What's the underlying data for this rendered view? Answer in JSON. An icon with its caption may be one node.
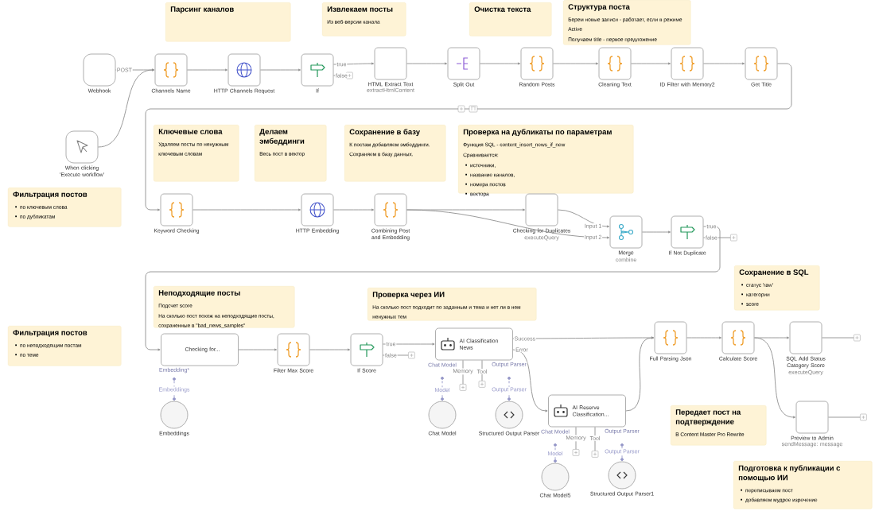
{
  "diagram": {
    "nodes": [
      {
        "text": [
          "Парсинг каналов"
        ]
      },
      {
        "text": [
          "Извлекаем посты",
          "Из веб-версии канала"
        ]
      },
      {
        "text": [
          "Очистка текста"
        ]
      },
      {
        "text": [
          "Структура поста",
          "Берем новые записи - работает, если в режиме Active",
          "Получаем title - первое предложение"
        ]
      },
      {
        "text": [
          "Webhook"
        ]
      },
      {
        "text": [
          "Channels Name"
        ]
      },
      {
        "text": [
          "HTTP Channels Request"
        ]
      },
      {
        "text": [
          "If"
        ]
      },
      {
        "text": [
          "HTML Extract Text"
        ],
        "beside": [
          "extractHtmlContent"
        ]
      },
      {
        "text": [
          "Split Out"
        ]
      },
      {
        "text": [
          "Random Posts"
        ]
      },
      {
        "text": [
          "Cleaning Text"
        ]
      },
      {
        "text": [
          "ID Filter with Memory2"
        ]
      },
      {
        "text": [
          "Get Title"
        ]
      },
      {
        "text": [
          "Ключевые слова",
          "Удаляем посты по ненужным ключевым словам"
        ]
      },
      {
        "text": [
          "Делаем эмбеддинги",
          "Весь пост в вектор"
        ]
      },
      {
        "text": [
          "Сохранение в базу",
          "К постам добавляем эмбеддинги. Сохраняем в базу данных."
        ]
      },
      {
        "text": [
          "Проверка на дубликаты по параметрам",
          "Функция SQL - content_insert_news_if_new",
          "Сравнивается:",
          "источники,",
          "название каналов,",
          "номера постов",
          "вектора"
        ]
      },
      {
        "text": [
          "When clicking 'Execute workflow'"
        ]
      },
      {
        "text": [
          "Фильтрация постов",
          "по ключевым слова",
          "по дубликатам"
        ]
      },
      {
        "text": [
          "Keyword Checking"
        ]
      },
      {
        "text": [
          "HTTP Embedding"
        ]
      },
      {
        "text": [
          "Combining Post and Embedding"
        ]
      },
      {
        "text": [
          "Checking for Duplicates"
        ],
        "beside": [
          "executeQuery"
        ]
      },
      {
        "text": [
          "Merge"
        ],
        "beside": [
          "combine"
        ]
      },
      {
        "text": [
          "If Not Duplicate"
        ]
      },
      {
        "text": [
          "Сохранение в SQL",
          "статус 'raw'",
          "категории",
          "score"
        ]
      },
      {
        "text": [
          "Неподходящие посты",
          "Подсчет score",
          "На сколько пост похож на неподходящие посты, сохраненные в \"bad_news_samples\""
        ]
      },
      {
        "text": [
          "Проверка через ИИ",
          "На сколько пост подходит по заданным и тема и нет ли в нем ненужных тем"
        ]
      },
      {
        "text": [
          "Фильтрация постов",
          "по неподходящим постам",
          "по теме"
        ]
      },
      {
        "text": [
          "Checking for..."
        ]
      },
      {
        "text": [
          "Filter Max Score"
        ]
      },
      {
        "text": [
          "If Score"
        ]
      },
      {
        "text": [
          "AI Classification News"
        ]
      },
      {
        "text": [
          "Full Parsing Json"
        ]
      },
      {
        "text": [
          "Calculate Score"
        ]
      },
      {
        "text": [
          "SQL Add Status Category Score"
        ],
        "beside": [
          "executeQuery"
        ]
      },
      {
        "text": [
          "Embeddings"
        ]
      },
      {
        "text": [
          "Chat Model"
        ]
      },
      {
        "text": [
          "Structured Output Parser"
        ]
      },
      {
        "text": [
          "AI Reserve Classification..."
        ]
      },
      {
        "text": [
          "Preview to Admin"
        ],
        "beside": [
          "sendMessage: message"
        ]
      },
      {
        "text": [
          "Передает пост на подтверждение",
          "В Content Master Pro Rewrite"
        ]
      },
      {
        "text": [
          "Chat Model5"
        ]
      },
      {
        "text": [
          "Structured Output Parser1"
        ]
      },
      {
        "text": [
          "Подготовка к публикации с помощью ИИ",
          "переписываем пост",
          "добавляем мудрое изречение"
        ]
      }
    ],
    "edges": [
      {
        "from": 4,
        "to": 5,
        "arrow": "to",
        "label": "POST"
      },
      {
        "from": 18,
        "to": 5,
        "arrow": "to"
      },
      {
        "from": 5,
        "to": 6,
        "arrow": "to"
      },
      {
        "from": 6,
        "to": 7,
        "arrow": "to"
      },
      {
        "from": 7,
        "to": 8,
        "arrow": "to",
        "label": "true"
      },
      {
        "from": 7,
        "to": null,
        "arrow": "none",
        "label": "false"
      },
      {
        "from": 8,
        "to": 9,
        "arrow": "to"
      },
      {
        "from": 9,
        "to": 10,
        "arrow": "to"
      },
      {
        "from": 10,
        "to": 11,
        "arrow": "to"
      },
      {
        "from": 11,
        "to": 12,
        "arrow": "to"
      },
      {
        "from": 12,
        "to": 13,
        "arrow": "to"
      },
      {
        "from": 13,
        "to": 20,
        "arrow": "to"
      },
      {
        "from": 20,
        "to": 21,
        "arrow": "to"
      },
      {
        "from": 21,
        "to": 22,
        "arrow": "to"
      },
      {
        "from": 22,
        "to": 23,
        "arrow": "to"
      },
      {
        "from": 22,
        "to": 24,
        "arrow": "to",
        "label": "Input 2"
      },
      {
        "from": 23,
        "to": 24,
        "arrow": "to",
        "label": "Input 1"
      },
      {
        "from": 24,
        "to": 25,
        "arrow": "to"
      },
      {
        "from": 25,
        "to": 30,
        "arrow": "to",
        "label": "true"
      },
      {
        "from": 25,
        "to": null,
        "arrow": "none",
        "label": "false"
      },
      {
        "from": 30,
        "to": 31,
        "arrow": "to"
      },
      {
        "from": 31,
        "to": 32,
        "arrow": "to"
      },
      {
        "from": 32,
        "to": 33,
        "arrow": "to",
        "label": "true"
      },
      {
        "from": 32,
        "to": null,
        "arrow": "none",
        "label": "false"
      },
      {
        "from": 33,
        "to": 34,
        "arrow": "to",
        "label": "Success"
      },
      {
        "from": 33,
        "to": 40,
        "arrow": "to",
        "label": "Error"
      },
      {
        "from": 40,
        "to": 34,
        "arrow": "to"
      },
      {
        "from": 34,
        "to": 35,
        "arrow": "to"
      },
      {
        "from": 35,
        "to": 36,
        "arrow": "to"
      },
      {
        "from": 35,
        "to": 41,
        "arrow": "to"
      },
      {
        "from": 36,
        "to": null,
        "arrow": "none"
      },
      {
        "from": 41,
        "to": null,
        "arrow": "none"
      },
      {
        "from": 37,
        "to": 30,
        "arrow": "other",
        "label": "Embeddings",
        "style": "dashed",
        "color": "#9597c8"
      },
      {
        "from": 38,
        "to": 33,
        "arrow": "other",
        "label": "Model",
        "style": "dashed",
        "color": "#9597c8"
      },
      {
        "from": 39,
        "to": 33,
        "arrow": "other",
        "label": "Output Parser",
        "style": "dashed",
        "color": "#9597c8"
      },
      {
        "from": 33,
        "to": null,
        "arrow": "none",
        "label": "Memory"
      },
      {
        "from": 33,
        "to": null,
        "arrow": "none",
        "label": "Tool"
      },
      {
        "from": 43,
        "to": 40,
        "arrow": "other",
        "label": "Model",
        "style": "dashed",
        "color": "#9597c8"
      },
      {
        "from": 44,
        "to": 40,
        "arrow": "other",
        "label": "Output Parser",
        "style": "dashed",
        "color": "#9597c8"
      },
      {
        "from": 40,
        "to": null,
        "arrow": "none",
        "label": "Memory"
      },
      {
        "from": 40,
        "to": null,
        "arrow": "none",
        "label": "Tool"
      }
    ],
    "labels": [
      "Chat Model",
      "Output Parser",
      "Embedding*",
      "Chat Model",
      "Output Parser"
    ]
  }
}
